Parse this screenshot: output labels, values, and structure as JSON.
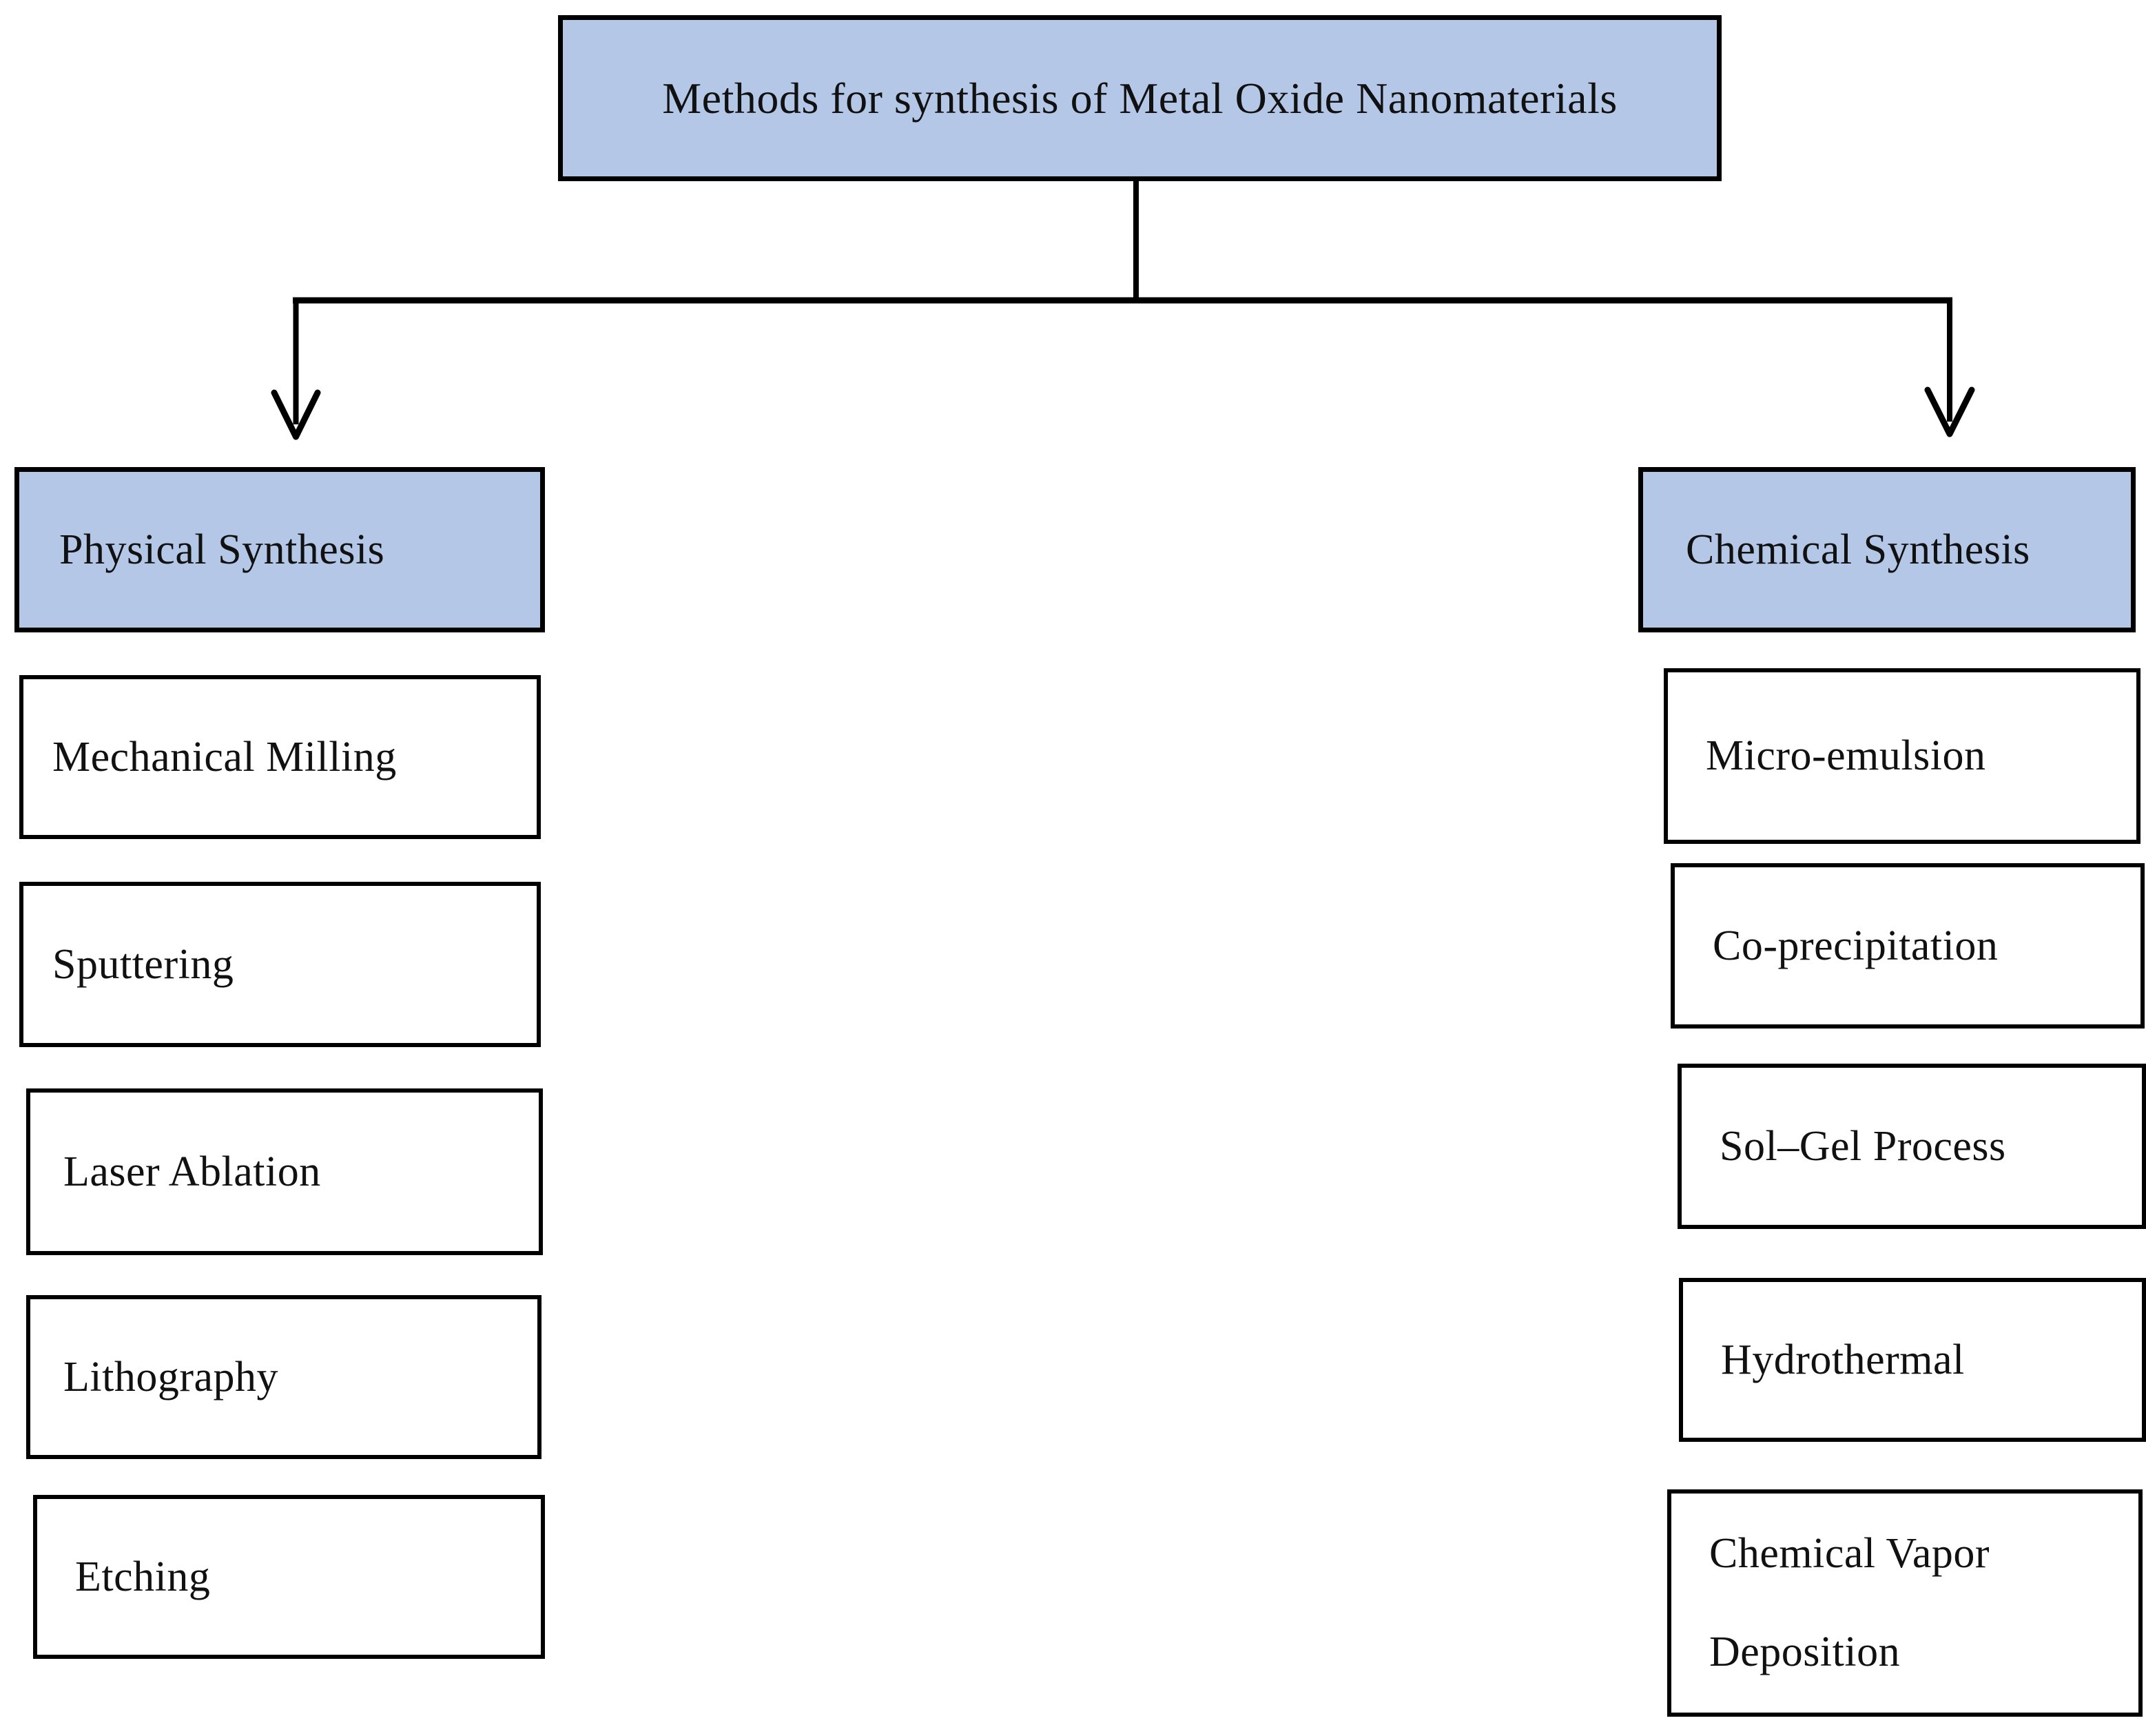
{
  "diagram": {
    "title": "Methods for synthesis of Metal Oxide Nanomaterials",
    "branches": [
      {
        "label": "Physical Synthesis",
        "methods": [
          "Mechanical Milling",
          "Sputtering",
          "Laser Ablation",
          "Lithography",
          "Etching"
        ]
      },
      {
        "label": "Chemical Synthesis",
        "methods": [
          "Micro-emulsion",
          "Co-precipitation",
          "Sol–Gel Process",
          "Hydrothermal",
          "Chemical Vapor Deposition"
        ]
      }
    ],
    "colors": {
      "category_fill": "#b4c7e7",
      "box_border": "#000000",
      "background": "#ffffff",
      "text": "#111111"
    }
  }
}
